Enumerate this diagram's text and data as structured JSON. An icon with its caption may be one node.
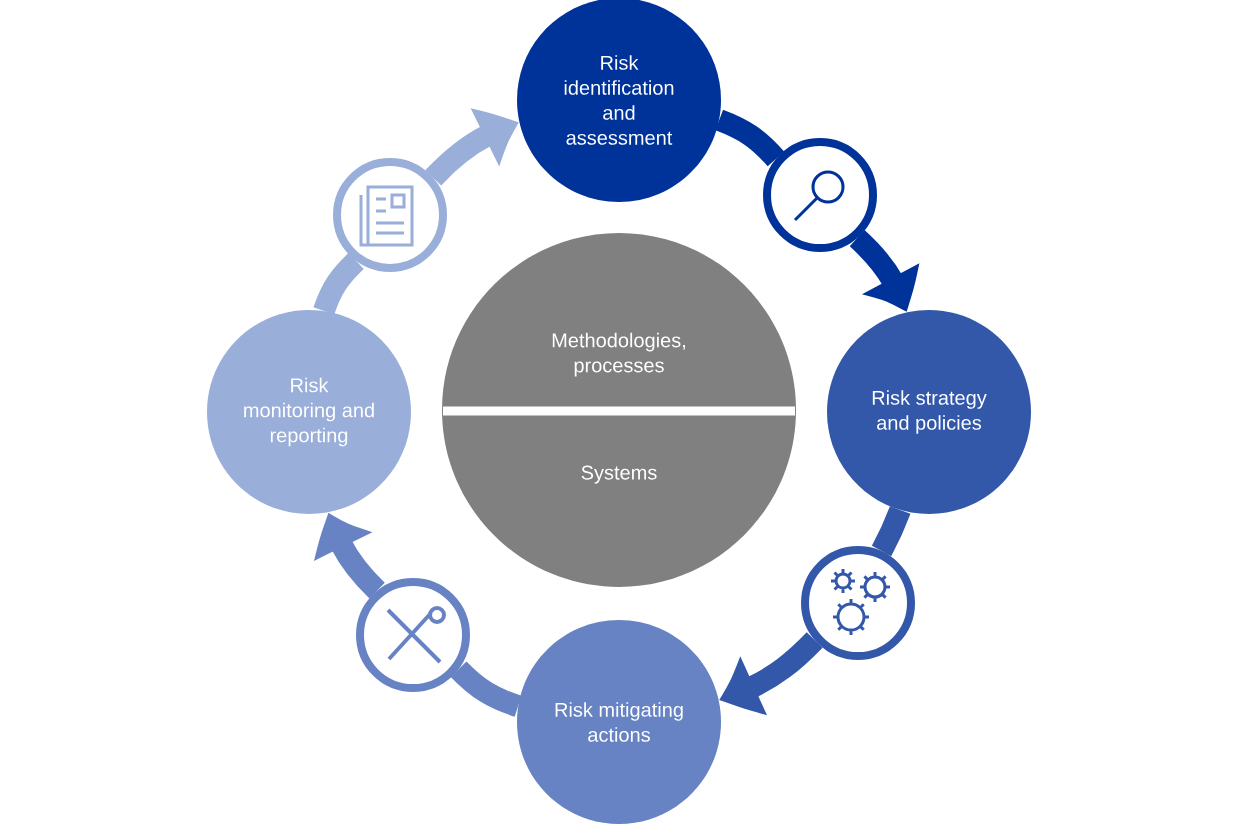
{
  "diagram": {
    "nodes": [
      {
        "text": [
          "Risk identification and assessment"
        ]
      },
      {
        "text": [],
        "shape": "picture"
      },
      {
        "text": [],
        "shape": "picture"
      },
      {
        "text": [
          "Methodologies, processes",
          "Systems"
        ]
      },
      {
        "text": [
          "Risk monitoring and reporting"
        ]
      },
      {
        "text": [
          "Risk strategy and policies"
        ]
      },
      {
        "text": [],
        "shape": "picture"
      },
      {
        "text": [],
        "shape": "picture"
      },
      {
        "text": [
          "Risk mitigating actions"
        ]
      }
    ],
    "edges": [
      {
        "from": 0,
        "to": 1,
        "arrow": "none",
        "color": "#003399"
      },
      {
        "from": 1,
        "to": 5,
        "arrow": "to",
        "color": "#003399"
      },
      {
        "from": 5,
        "to": 6,
        "arrow": "none",
        "color": "#3358aa"
      },
      {
        "from": 6,
        "to": 8,
        "arrow": "to",
        "color": "#3358aa"
      },
      {
        "from": 8,
        "to": 7,
        "arrow": "none",
        "color": "#6783c3"
      },
      {
        "from": 7,
        "to": 4,
        "arrow": "to",
        "color": "#6783c3"
      },
      {
        "from": 4,
        "to": 2,
        "arrow": "none",
        "color": "#99aed8"
      },
      {
        "from": 2,
        "to": 0,
        "arrow": "to",
        "color": "#99aed8"
      }
    ]
  }
}
